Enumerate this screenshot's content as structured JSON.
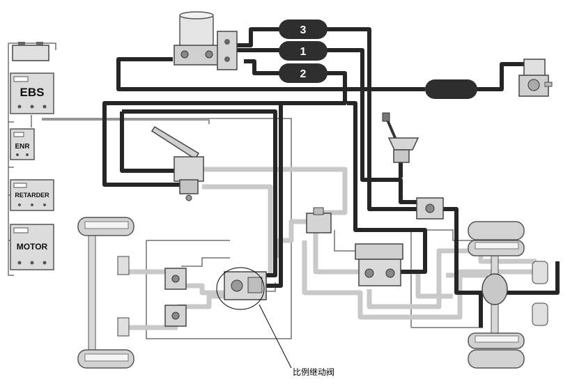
{
  "ecu_modules": [
    {
      "id": "ebs",
      "label": "EBS"
    },
    {
      "id": "enr",
      "label": "ENR"
    },
    {
      "id": "retarder",
      "label": "RETARDER"
    },
    {
      "id": "motor",
      "label": "MOTOR"
    }
  ],
  "tanks": [
    {
      "id": "tank-3",
      "label": "3"
    },
    {
      "id": "tank-1",
      "label": "1"
    },
    {
      "id": "tank-2",
      "label": "2"
    }
  ],
  "callout": {
    "label": "比例继动阀"
  },
  "colors": {
    "pipe_dark": "#2a2a2a",
    "pipe_light": "#c8c8c8",
    "wire": "#6e6e6e",
    "module_fill": "#dcdcdc",
    "module_stroke": "#555555",
    "tank_fill": "#2e2e2e"
  }
}
